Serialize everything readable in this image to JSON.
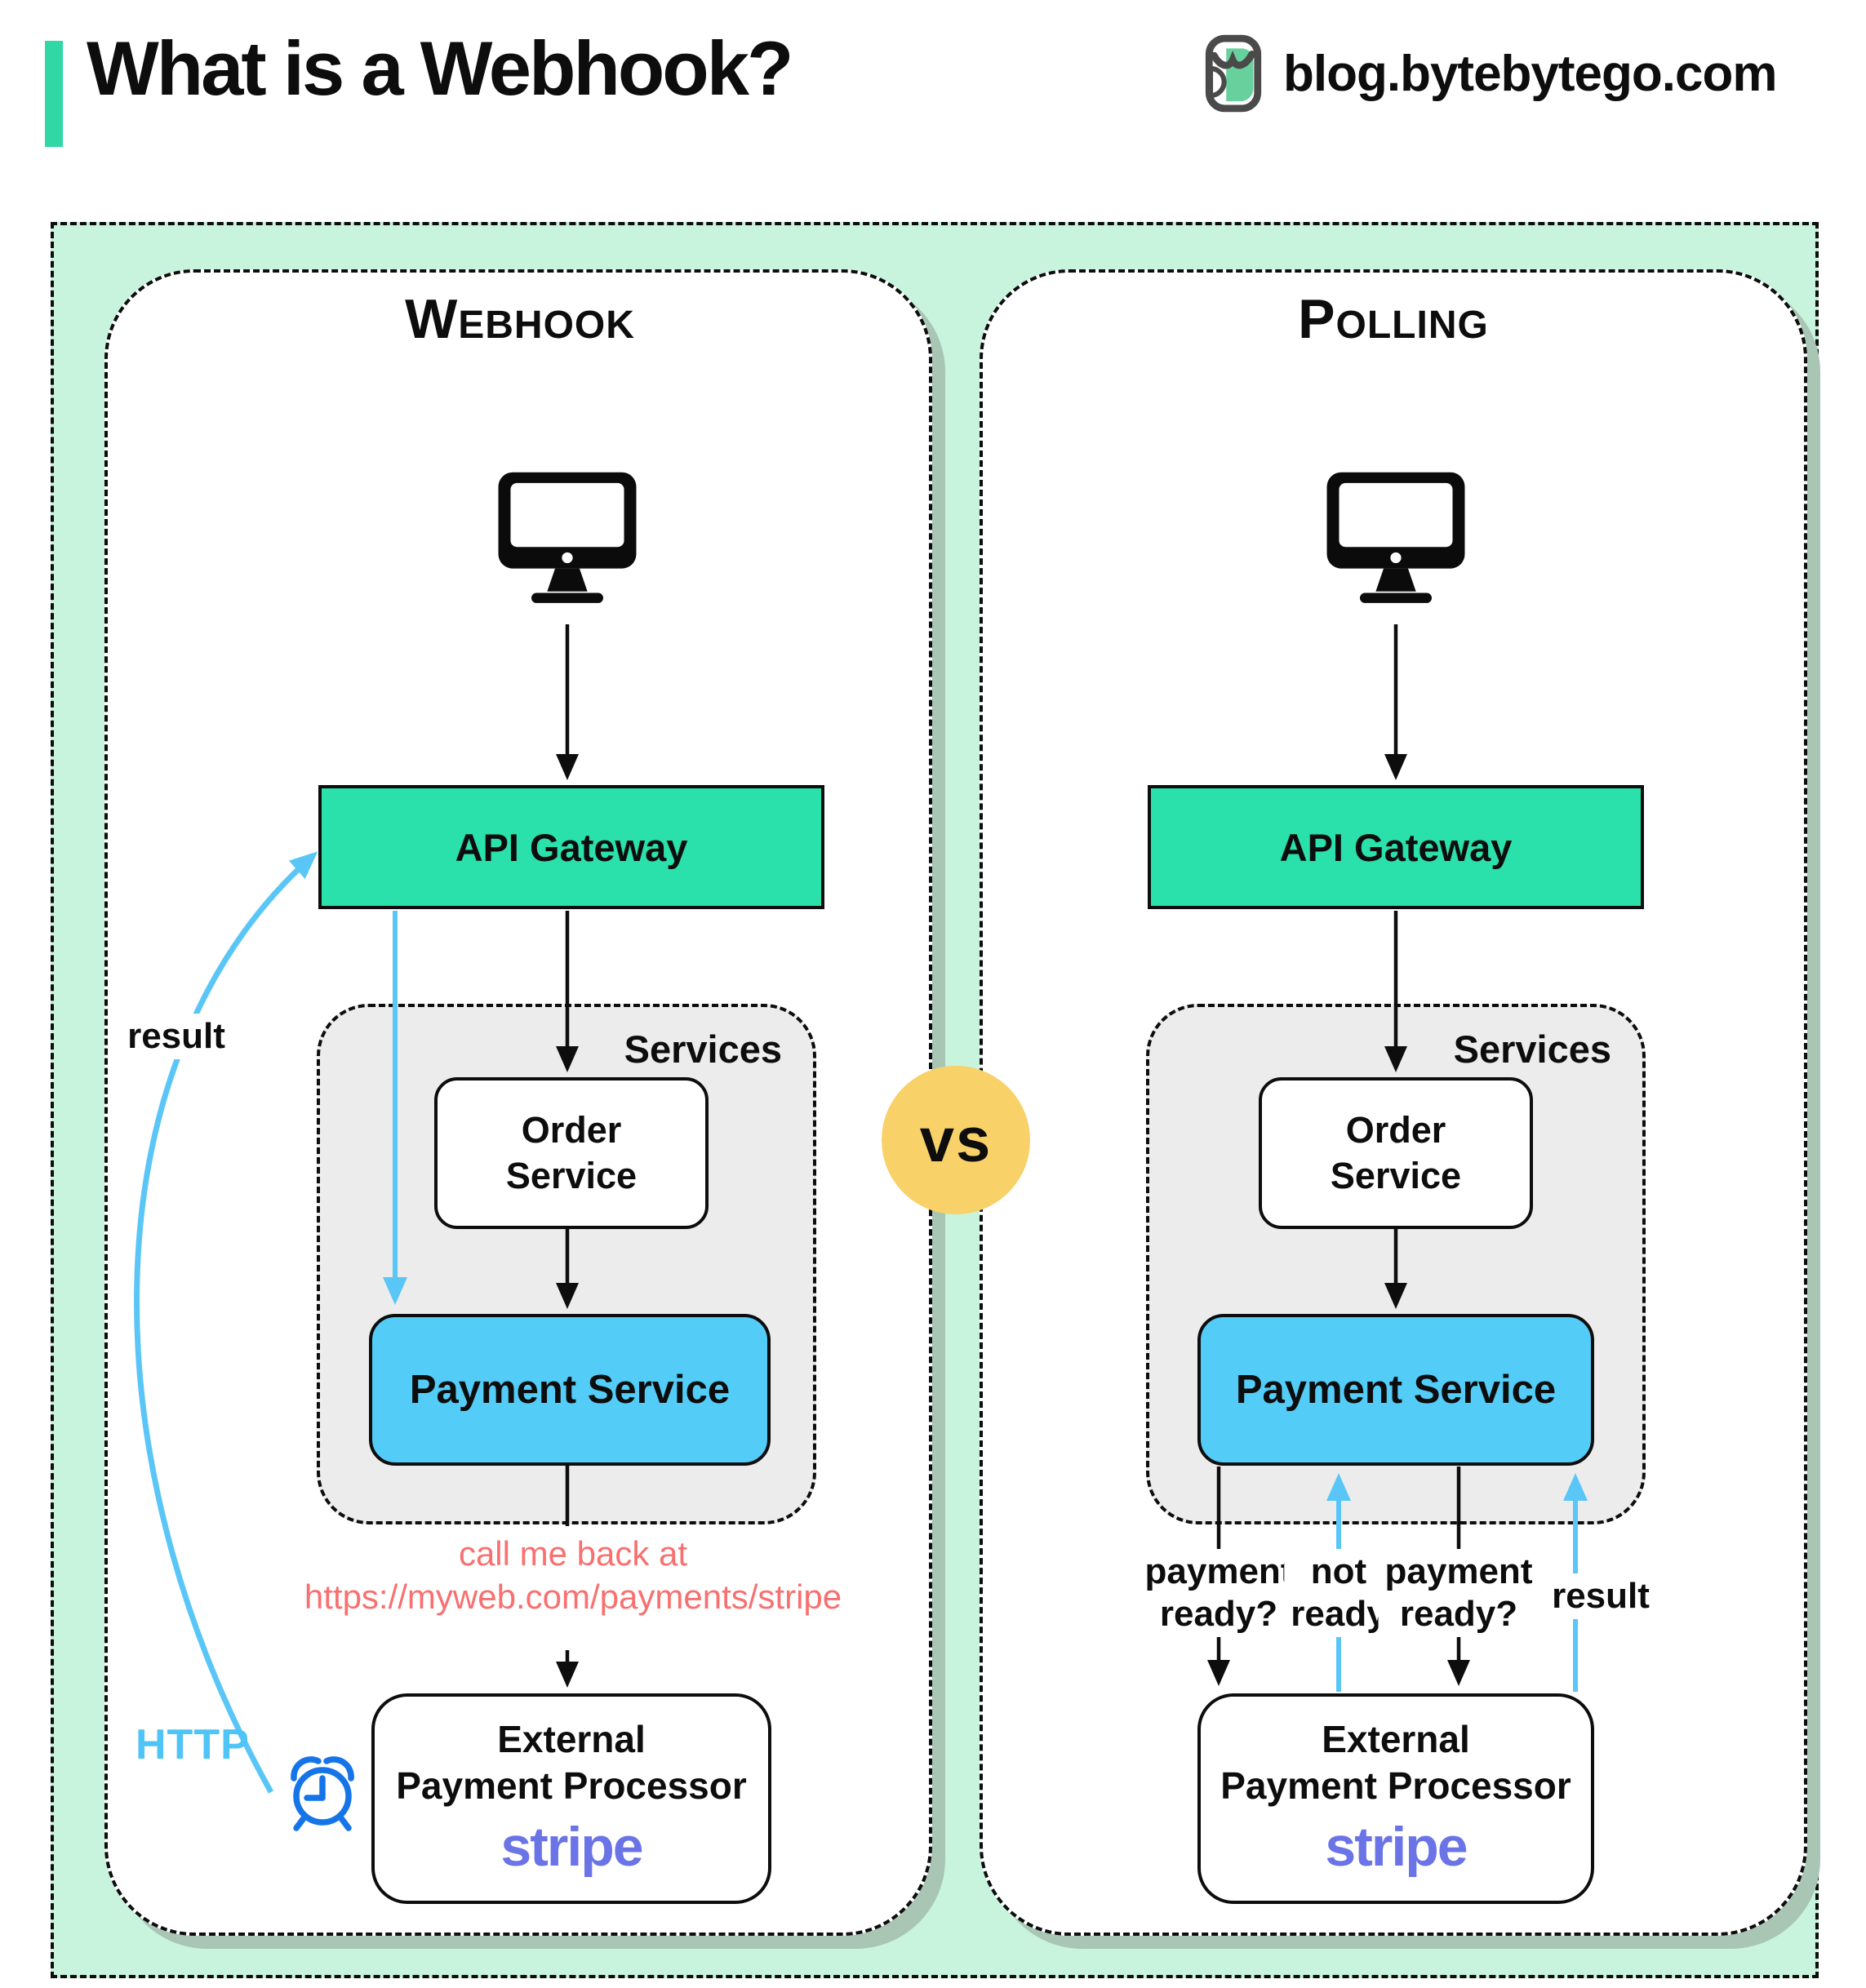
{
  "header": {
    "title": "What is a Webhook?",
    "site": "blog.bytebytego.com"
  },
  "vs_label": "vs",
  "webhook_panel": {
    "title": "Webhook",
    "api_gateway_label": "API Gateway",
    "services_label": "Services",
    "order_service_line1": "Order",
    "order_service_line2": "Service",
    "payment_service_label": "Payment Service",
    "callback_note_line1": "call me back at",
    "callback_note_line2": "https://myweb.com/payments/stripe",
    "result_label": "result",
    "http_label": "HTTP",
    "external_line1": "External",
    "external_line2": "Payment Processor",
    "external_brand": "stripe"
  },
  "polling_panel": {
    "title": "Polling",
    "api_gateway_label": "API Gateway",
    "services_label": "Services",
    "order_service_line1": "Order",
    "order_service_line2": "Service",
    "payment_service_label": "Payment Service",
    "request1_line1": "payment",
    "request1_line2": "ready?",
    "response1_line1": "not",
    "response1_line2": "ready",
    "request2_line1": "payment",
    "request2_line2": "ready?",
    "result_label": "result",
    "external_line1": "External",
    "external_line2": "Payment Processor",
    "external_brand": "stripe"
  },
  "colors": {
    "accent": "#2fd8a5",
    "mint_bg": "#c8f3dd",
    "teal_box": "#2ae0ab",
    "payment_blue": "#53ccf8",
    "services_gray": "#ececec",
    "arrow_blue": "#5ac6f7",
    "http_blue": "#4fc4f6",
    "clock_blue": "#1575e8",
    "note_red": "#f87070",
    "stripe_purple": "#6b74e6",
    "vs_yellow": "#f8d169",
    "shadow_green": "#a9c5b4"
  }
}
